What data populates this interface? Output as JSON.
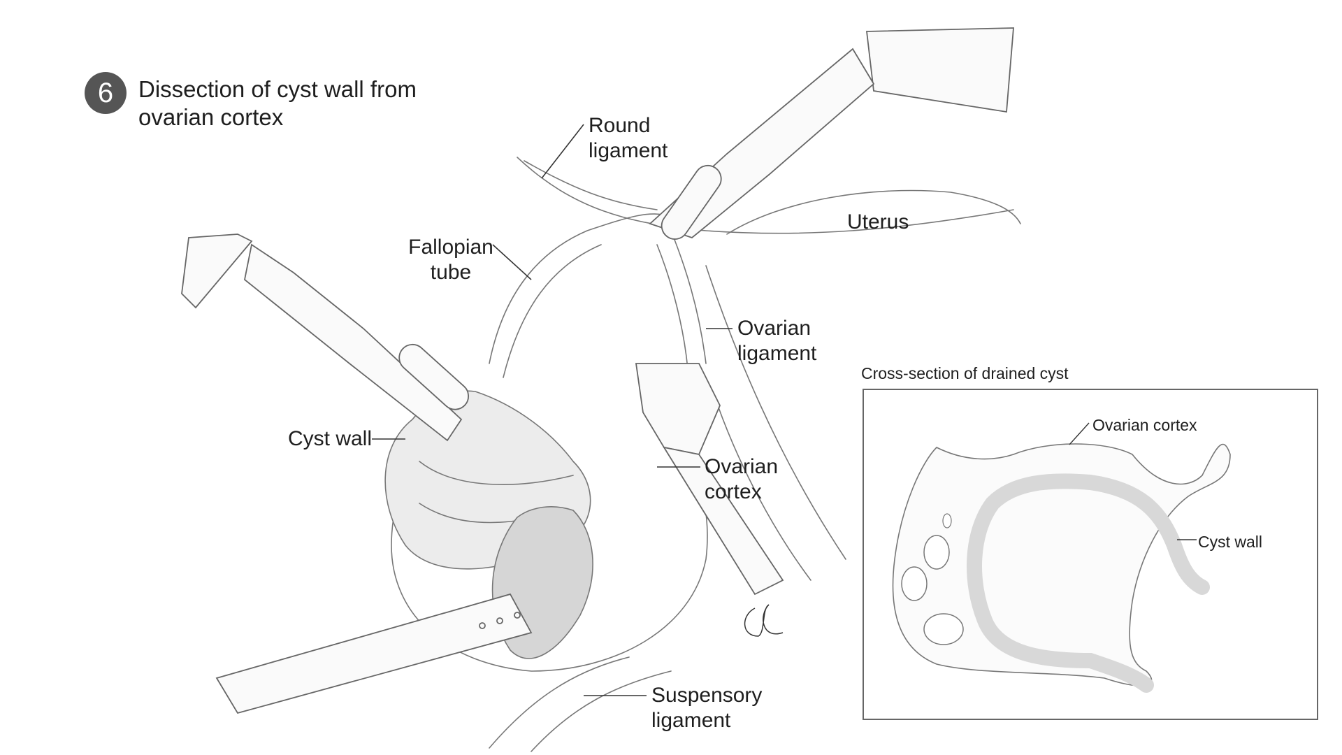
{
  "figure": {
    "step_number": "6",
    "title_line1": "Dissection of cyst wall from",
    "title_line2": "ovarian cortex"
  },
  "labels": {
    "round_ligament": [
      "Round",
      "ligament"
    ],
    "uterus": "Uterus",
    "fallopian_tube": [
      "Fallopian",
      "tube"
    ],
    "ovarian_ligament": [
      "Ovarian",
      "ligament"
    ],
    "cyst_wall": "Cyst wall",
    "ovarian_cortex": [
      "Ovarian",
      "cortex"
    ],
    "suspensory_ligament": [
      "Suspensory",
      "ligament"
    ]
  },
  "inset": {
    "caption": "Cross-section of drained cyst",
    "ovarian_cortex": "Ovarian cortex",
    "cyst_wall": "Cyst wall"
  },
  "colors": {
    "line": "#555555",
    "cyst_fill": "#dcdcdc",
    "badge": "#555555"
  }
}
